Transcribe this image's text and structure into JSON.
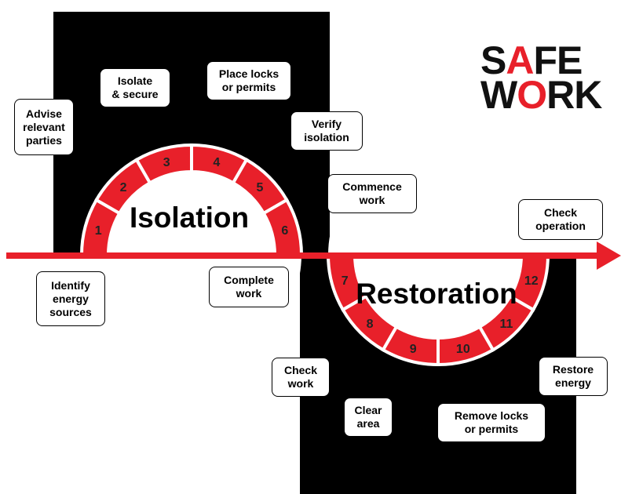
{
  "colors": {
    "background": "#ffffff",
    "panel": "#000000",
    "segment": "#e8202a",
    "segment_border": "#ffffff",
    "number": "#222222",
    "arrow": "#e8202a"
  },
  "logo": {
    "line1": "SAFE",
    "line2": "WORK",
    "accent_letters": [
      "A",
      "O"
    ]
  },
  "phases": {
    "isolation": "Isolation",
    "restoration": "Restoration"
  },
  "steps": [
    {
      "n": "1",
      "label": "Identify energy sources"
    },
    {
      "n": "2",
      "label": "Advise relevant parties"
    },
    {
      "n": "3",
      "label": "Isolate & secure"
    },
    {
      "n": "4",
      "label": "Place locks or permits"
    },
    {
      "n": "5",
      "label": "Verify isolation"
    },
    {
      "n": "6",
      "label": "Commence work"
    },
    {
      "n": "7",
      "label": "Complete work"
    },
    {
      "n": "8",
      "label": "Check work"
    },
    {
      "n": "9",
      "label": "Clear area"
    },
    {
      "n": "10",
      "label": "Remove locks or permits"
    },
    {
      "n": "11",
      "label": "Restore energy"
    },
    {
      "n": "12",
      "label": "Check operation"
    }
  ],
  "labels": {
    "identify": "Identify\nenergy\nsources",
    "advise": "Advise\nrelevant\nparties",
    "isolate": "Isolate\n& secure",
    "place": "Place locks\nor permits",
    "verify": "Verify\nisolation",
    "commence": "Commence\nwork",
    "complete": "Complete\nwork",
    "check_work": "Check\nwork",
    "clear": "Clear\narea",
    "remove": "Remove locks\nor permits",
    "restore": "Restore\nenergy",
    "check_op": "Check\noperation"
  }
}
